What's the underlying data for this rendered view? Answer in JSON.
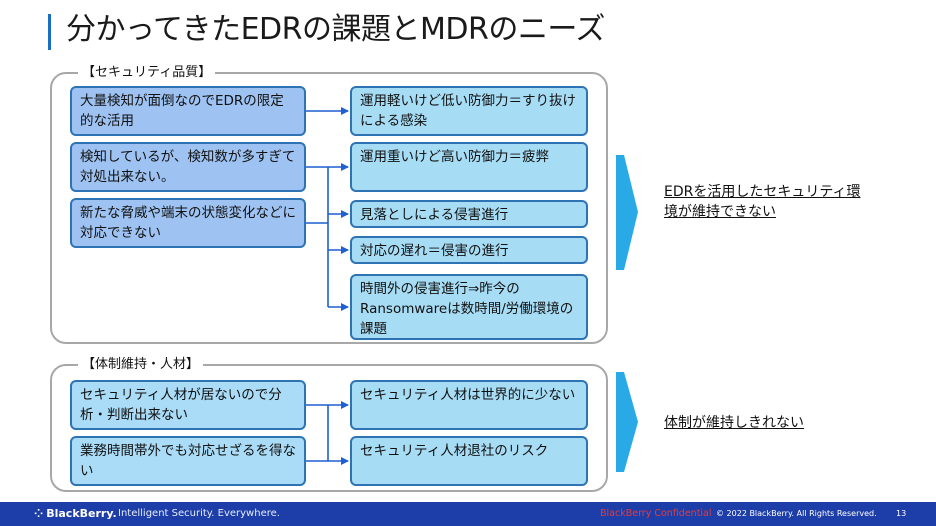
{
  "slide": {
    "title": "分かってきたEDRの課題とMDRのニーズ"
  },
  "security_group": {
    "label": "【セキュリティ品質】",
    "causes": [
      "大量検知が面倒なのでEDRの限定的な活用",
      "検知しているが、検知数が多すぎて対処出来ない。",
      "新たな脅威や端末の状態変化などに対応できない"
    ],
    "effects": [
      "運用軽いけど低い防御力＝すり抜けによる感染",
      "運用重いけど高い防御力＝疲弊",
      "見落としによる侵害進行",
      "対応の遅れ＝侵害の進行",
      "時間外の侵害進行⇒昨今のRansomwareは数時間/労働環境の課題"
    ],
    "outcome_line1": "EDRを活用したセキュリティ環",
    "outcome_line2": "境が維持できない"
  },
  "staff_group": {
    "label": "【体制維持・人材】",
    "causes": [
      "セキュリティ人材が居ないので分析・判断出来ない",
      "業務時間帯外でも対応せざるを得ない"
    ],
    "effects": [
      "セキュリティ人材は世界的に少ない",
      "セキュリティ人材退社のリスク"
    ],
    "outcome": "体制が維持しきれない"
  },
  "footer": {
    "logo": "BlackBerry.",
    "tagline": "Intelligent Security. Everywhere.",
    "confidential": "BlackBerry Confidential",
    "copyright": "© 2022 BlackBerry. All Rights Reserved.",
    "page": "13"
  },
  "colors": {
    "accent": "#1a6fc4",
    "box_border": "#2e74b5",
    "cause_fill": "#9ec3f2",
    "effect_fill": "#a7dcf5",
    "arrow": "#29a9e6",
    "footer": "#1d3ea8"
  },
  "icons": [
    "blackberry-logo-icon",
    "chevron-arrow-icon"
  ]
}
